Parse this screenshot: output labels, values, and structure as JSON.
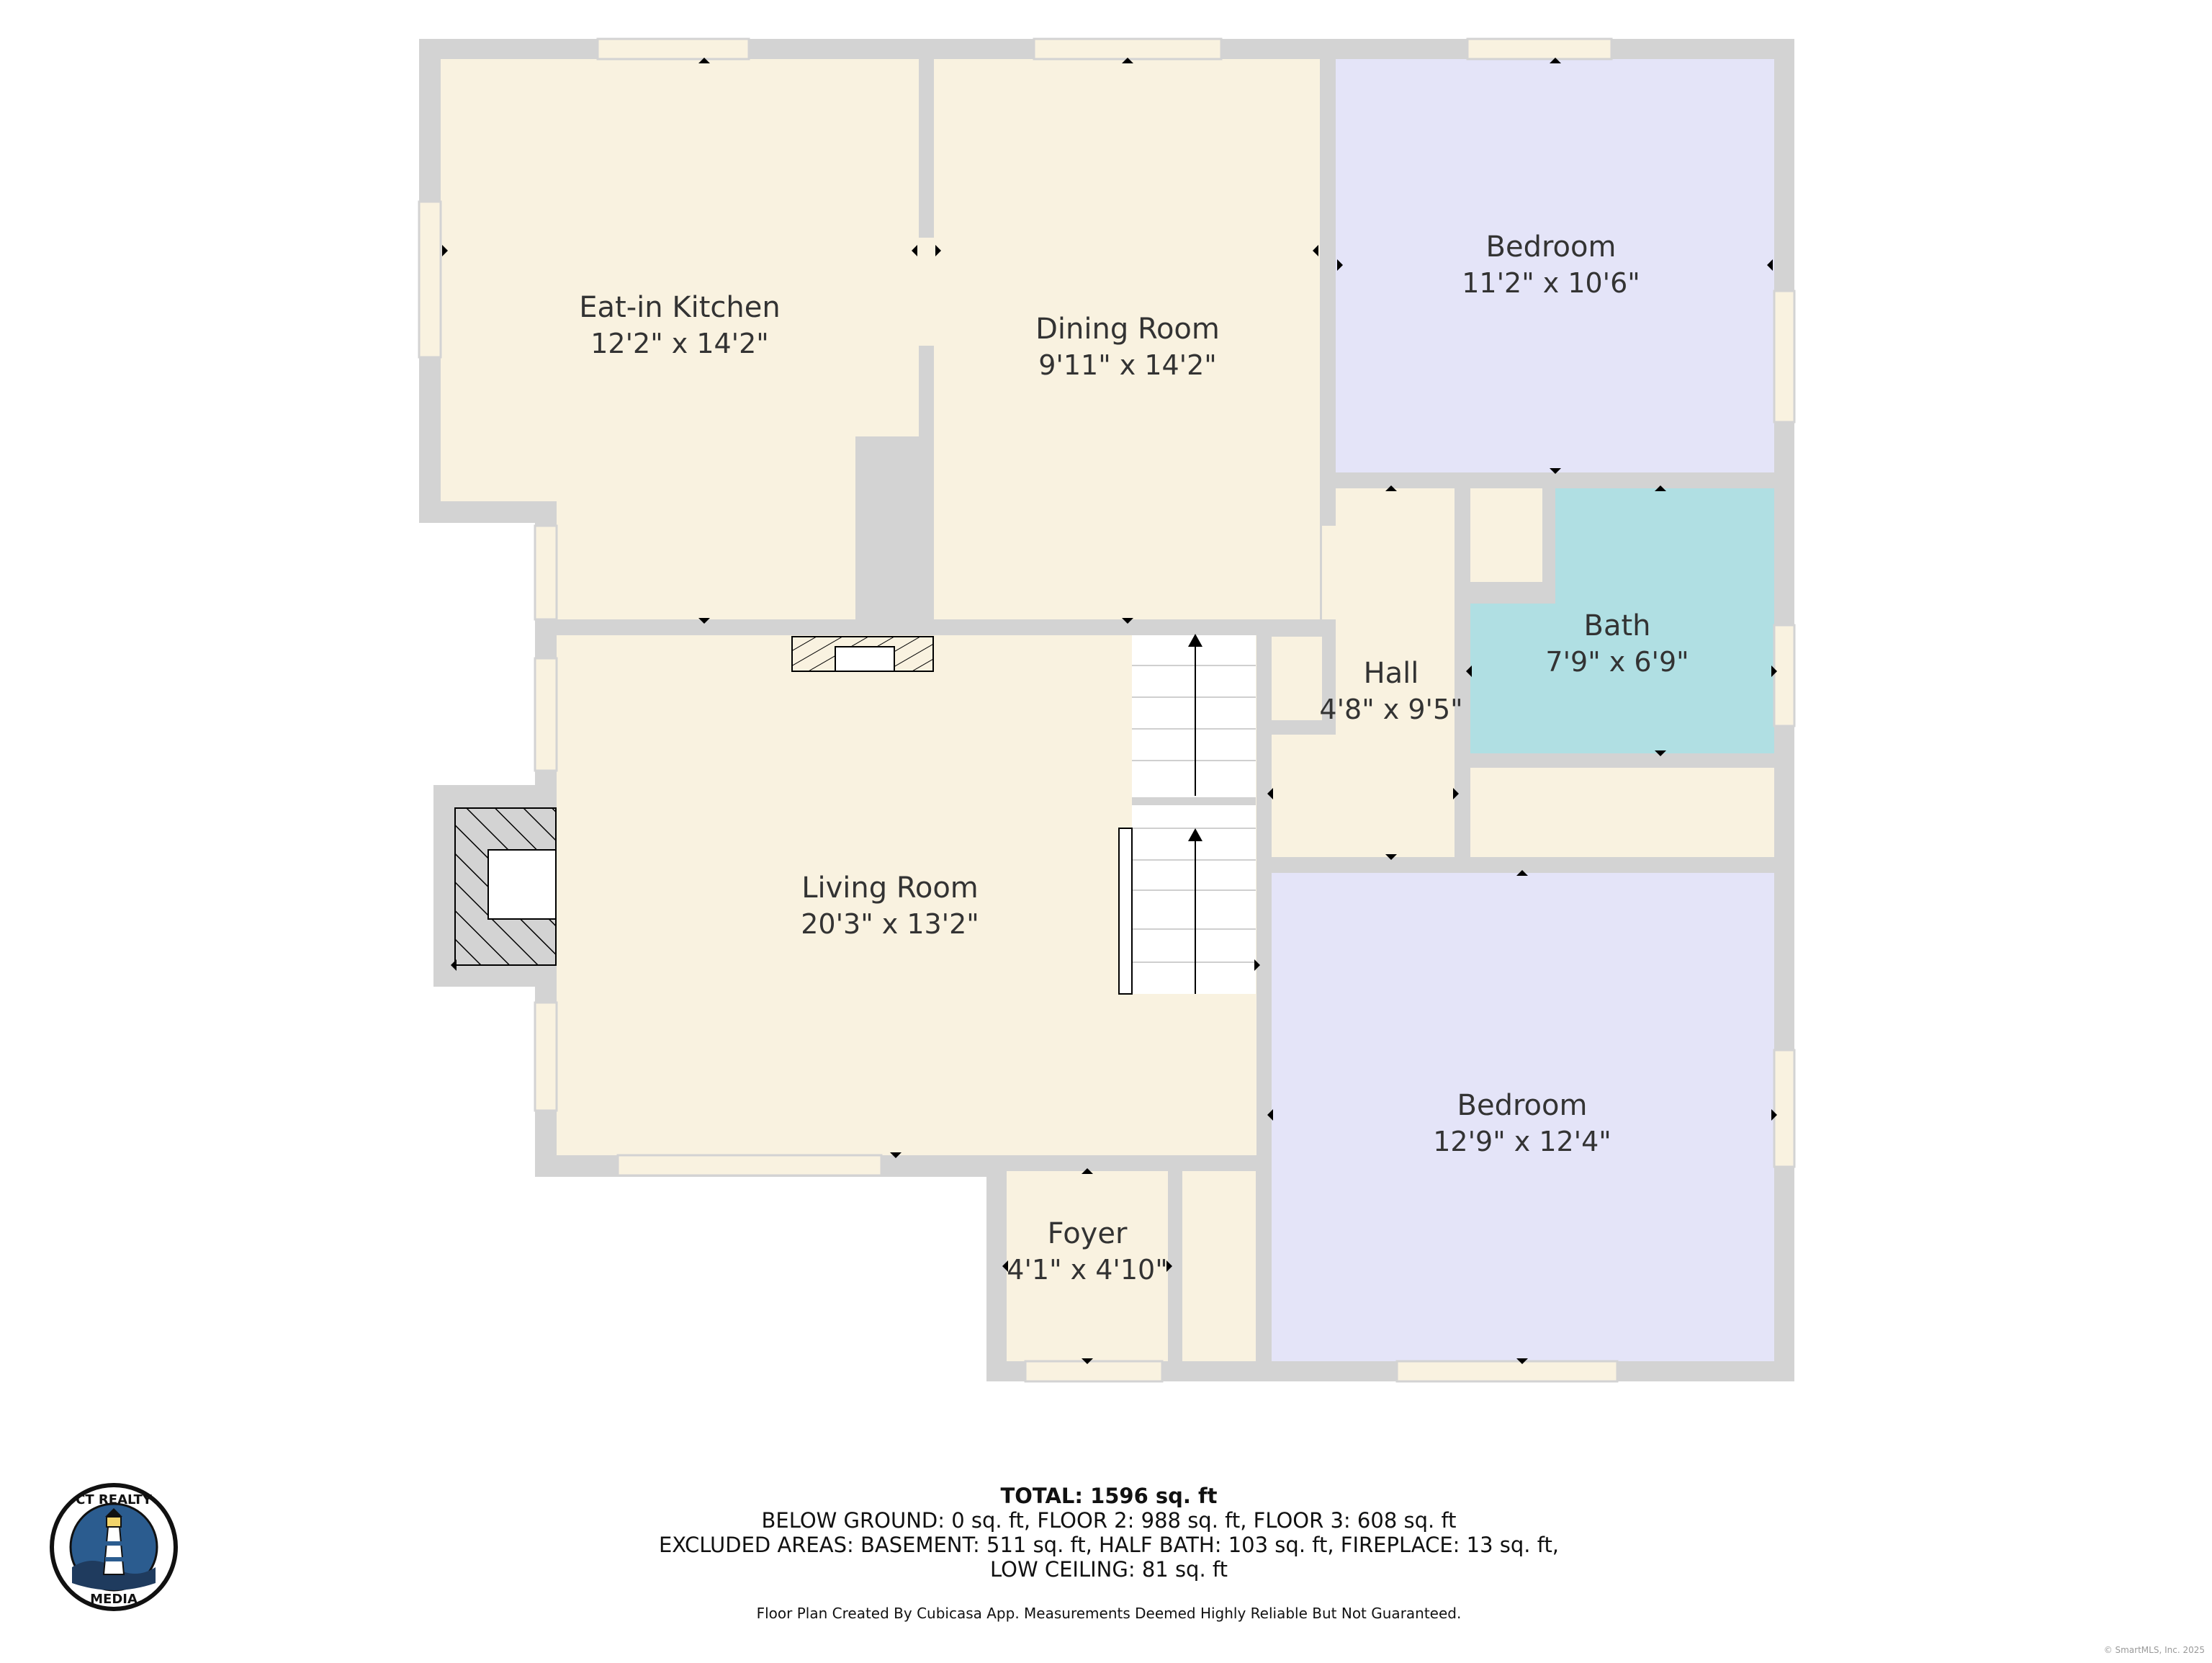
{
  "rooms": {
    "kitchen": {
      "name": "Eat-in Kitchen",
      "dims": "12'2\" x 14'2\""
    },
    "dining": {
      "name": "Dining Room",
      "dims": "9'11\" x 14'2\""
    },
    "bedroom1": {
      "name": "Bedroom",
      "dims": "11'2\" x 10'6\""
    },
    "bath": {
      "name": "Bath",
      "dims": "7'9\" x 6'9\""
    },
    "hall": {
      "name": "Hall",
      "dims": "4'8\" x 9'5\""
    },
    "living": {
      "name": "Living Room",
      "dims": "20'3\" x 13'2\""
    },
    "bedroom2": {
      "name": "Bedroom",
      "dims": "12'9\" x 12'4\""
    },
    "foyer": {
      "name": "Foyer",
      "dims": "4'1\" x 4'10\""
    }
  },
  "summary": {
    "total": "TOTAL: 1596 sq. ft",
    "line1": "BELOW GROUND: 0 sq. ft, FLOOR 2: 988 sq. ft, FLOOR 3: 608 sq. ft",
    "line2": "EXCLUDED AREAS: BASEMENT: 511 sq. ft, HALF BATH: 103 sq. ft, FIREPLACE: 13 sq. ft,",
    "line3": "LOW CEILING: 81 sq. ft",
    "credit": "Floor Plan Created By Cubicasa App. Measurements Deemed Highly Reliable But Not Guaranteed."
  },
  "logo": {
    "top_text": "CT REALTY",
    "bottom_text": "MEDIA",
    "icon": "lighthouse-icon"
  },
  "copyright": "© SmartMLS, Inc. 2025",
  "colors": {
    "wall": "#d3d3d3",
    "room_cream": "#f9f2e0",
    "room_lavender": "#e4e4f8",
    "room_bath": "#b0dfe3",
    "window": "#f9f2e0"
  }
}
